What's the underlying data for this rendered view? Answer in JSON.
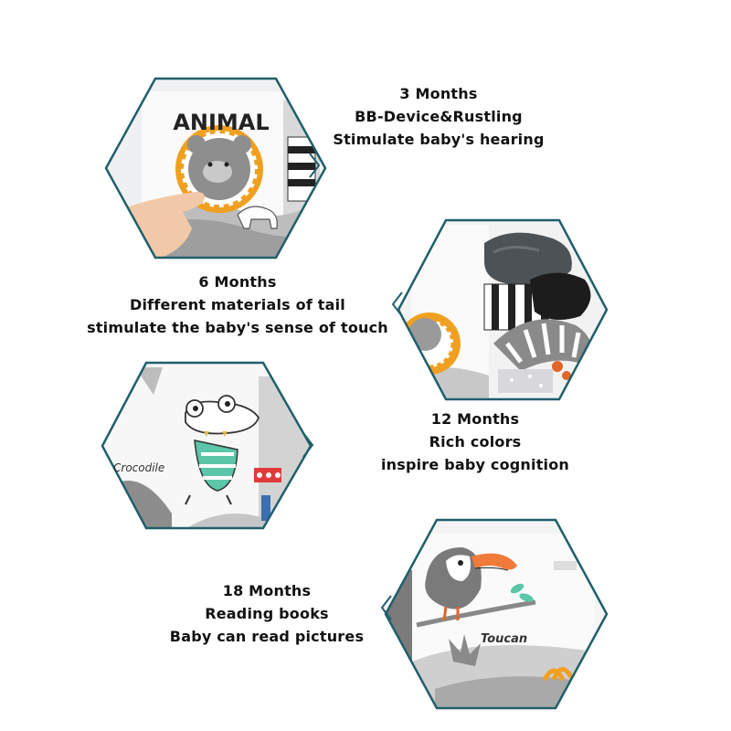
{
  "colors": {
    "hex_border": "#1f5f6b",
    "book_gray": "#b8b8b8",
    "lion_orange": "#f0a020",
    "parrot_orange": "#f07a3a",
    "mint": "#5cc7a8"
  },
  "stages": [
    {
      "caption": [
        "3 Months",
        "BB-Device&Rustling",
        "Stimulate baby's hearing"
      ],
      "book_label": "ANIMAL"
    },
    {
      "caption": [
        "6 Months",
        "Different materials of tail",
        "stimulate the baby's sense of touch"
      ]
    },
    {
      "caption": [
        "12 Months",
        "Rich colors",
        "inspire baby cognition"
      ],
      "book_label": "Crocodile"
    },
    {
      "caption": [
        "18 Months",
        "Reading books",
        "Baby can read pictures"
      ],
      "book_label": "Toucan"
    }
  ]
}
